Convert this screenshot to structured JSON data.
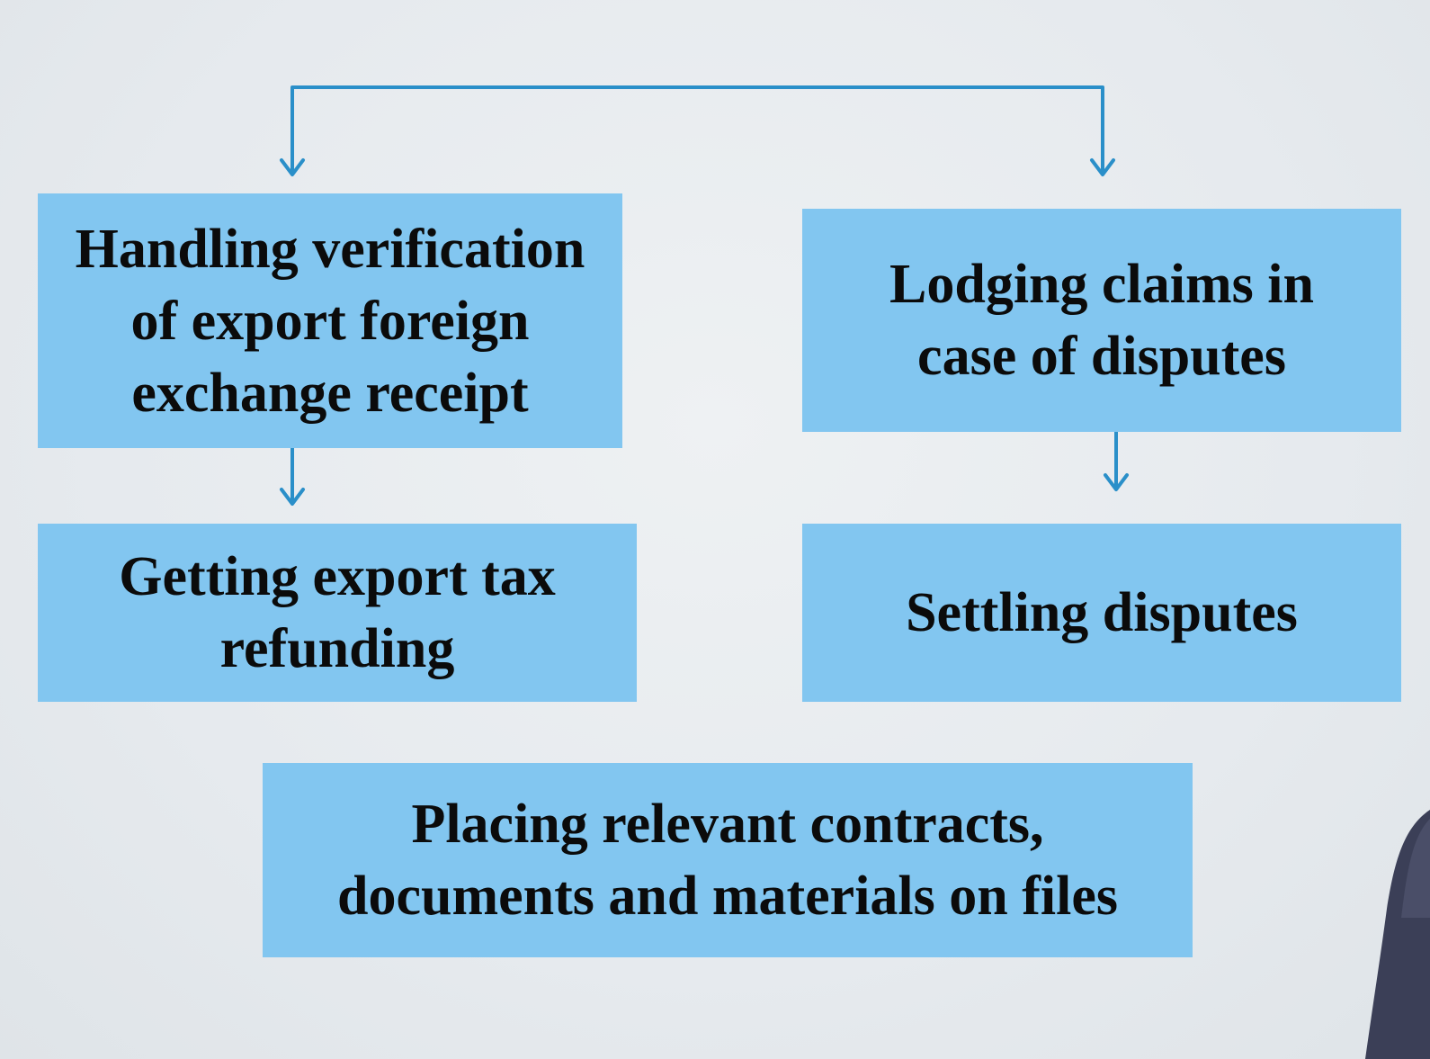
{
  "diagram": {
    "nodes": [
      {
        "id": "verification",
        "label": "Handling verification\nof export foreign\nexchange receipt"
      },
      {
        "id": "tax-refund",
        "label": "Getting export tax\nrefunding"
      },
      {
        "id": "claims",
        "label": "Lodging claims in\ncase of disputes"
      },
      {
        "id": "settling",
        "label": "Settling disputes"
      },
      {
        "id": "filing",
        "label": "Placing relevant contracts,\ndocuments and materials on files"
      }
    ],
    "edges": [
      {
        "from": "top-split",
        "to": "verification"
      },
      {
        "from": "top-split",
        "to": "claims"
      },
      {
        "from": "verification",
        "to": "tax-refund"
      },
      {
        "from": "claims",
        "to": "settling"
      }
    ],
    "colors": {
      "box_fill": "#82c6f0",
      "connector": "#2a8fc9",
      "text": "#0b0b0b",
      "background": "#e8ecef"
    }
  }
}
